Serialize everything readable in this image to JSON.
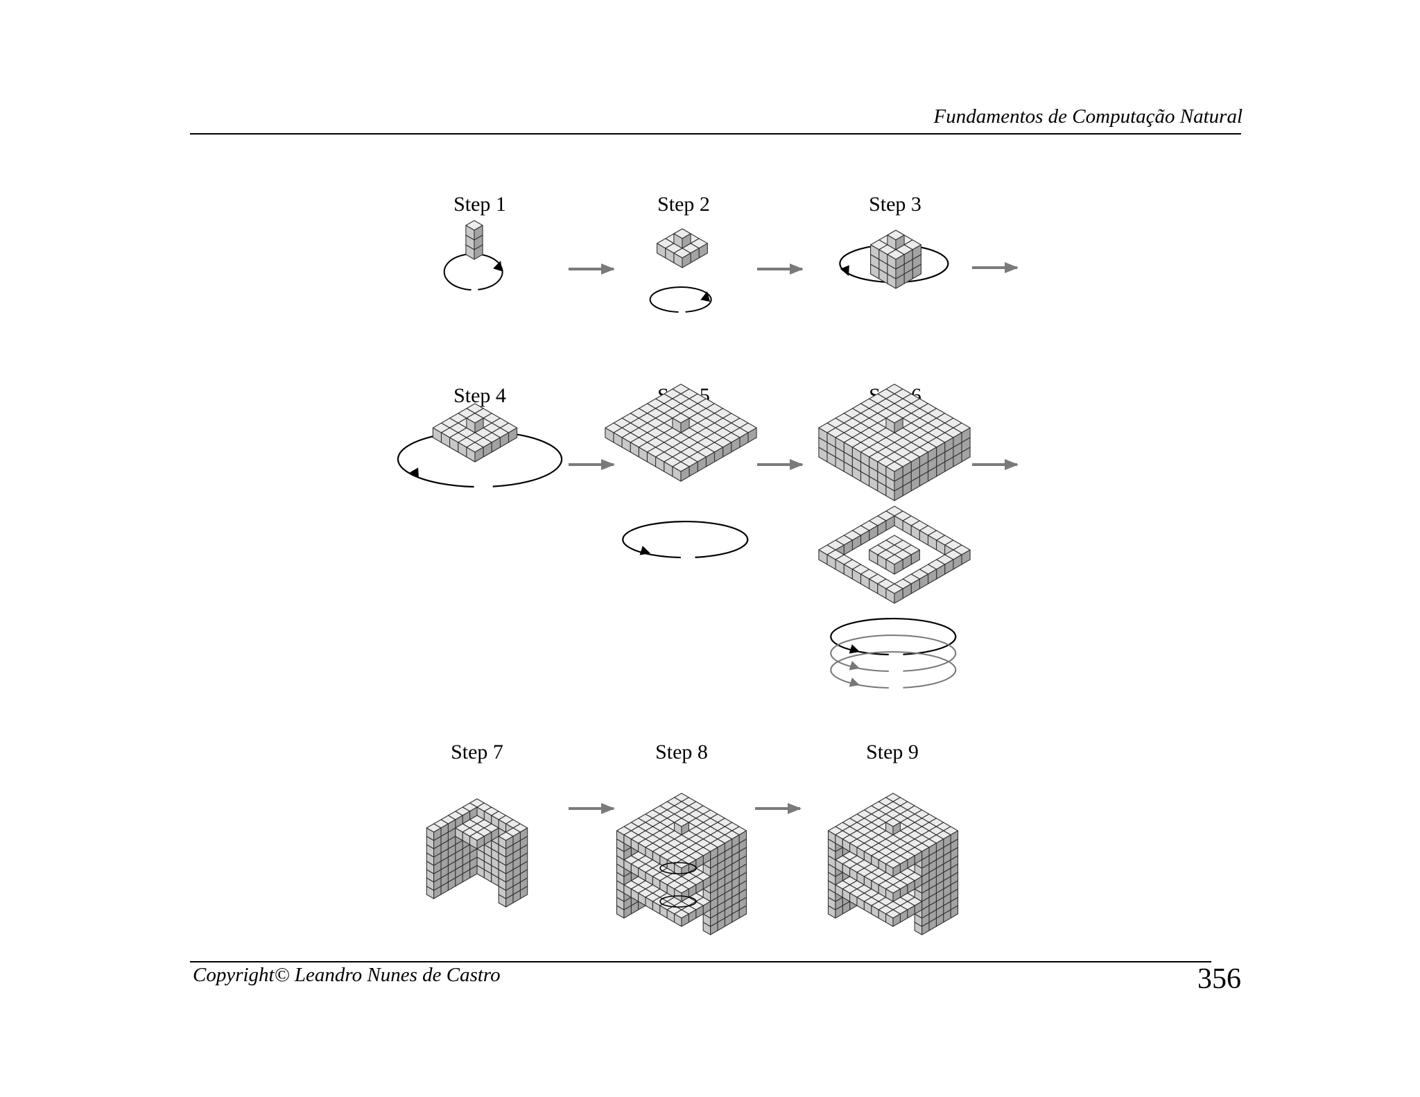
{
  "header": {
    "title": "Fundamentos de Computação Natural"
  },
  "figure": {
    "steps": [
      {
        "label": "Step 1"
      },
      {
        "label": "Step 2"
      },
      {
        "label": "Step 3"
      },
      {
        "label": "Step 4"
      },
      {
        "label": "Step 5"
      },
      {
        "label": "Step 6"
      },
      {
        "label": "Step 7"
      },
      {
        "label": "Step 8"
      },
      {
        "label": "Step 9"
      }
    ]
  },
  "footer": {
    "copyright": "Copyright© Leandro Nunes de Castro",
    "page_number": "356"
  },
  "colors": {
    "cube_top": "#ececec",
    "cube_left": "#c8c8c8",
    "cube_right": "#a3a3a3",
    "arrow": "#7a7a7a",
    "ink": "#000000"
  }
}
